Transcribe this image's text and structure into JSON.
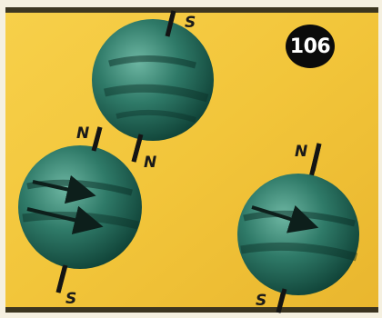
{
  "badge": {
    "number": "106"
  },
  "spheres": [
    {
      "id": "top",
      "top_pole": "S",
      "bottom_pole": "N"
    },
    {
      "id": "left",
      "top_pole": "N",
      "bottom_pole": "S"
    },
    {
      "id": "right",
      "top_pole": "N",
      "bottom_pole": "S"
    }
  ],
  "colors": {
    "background": "#f2c53a",
    "sphere_light": "#5fa896",
    "sphere_dark": "#0c3f35",
    "axis": "#141414",
    "badge": "#0b0b0b"
  },
  "icons": [
    "rotation-arrow-icon"
  ]
}
